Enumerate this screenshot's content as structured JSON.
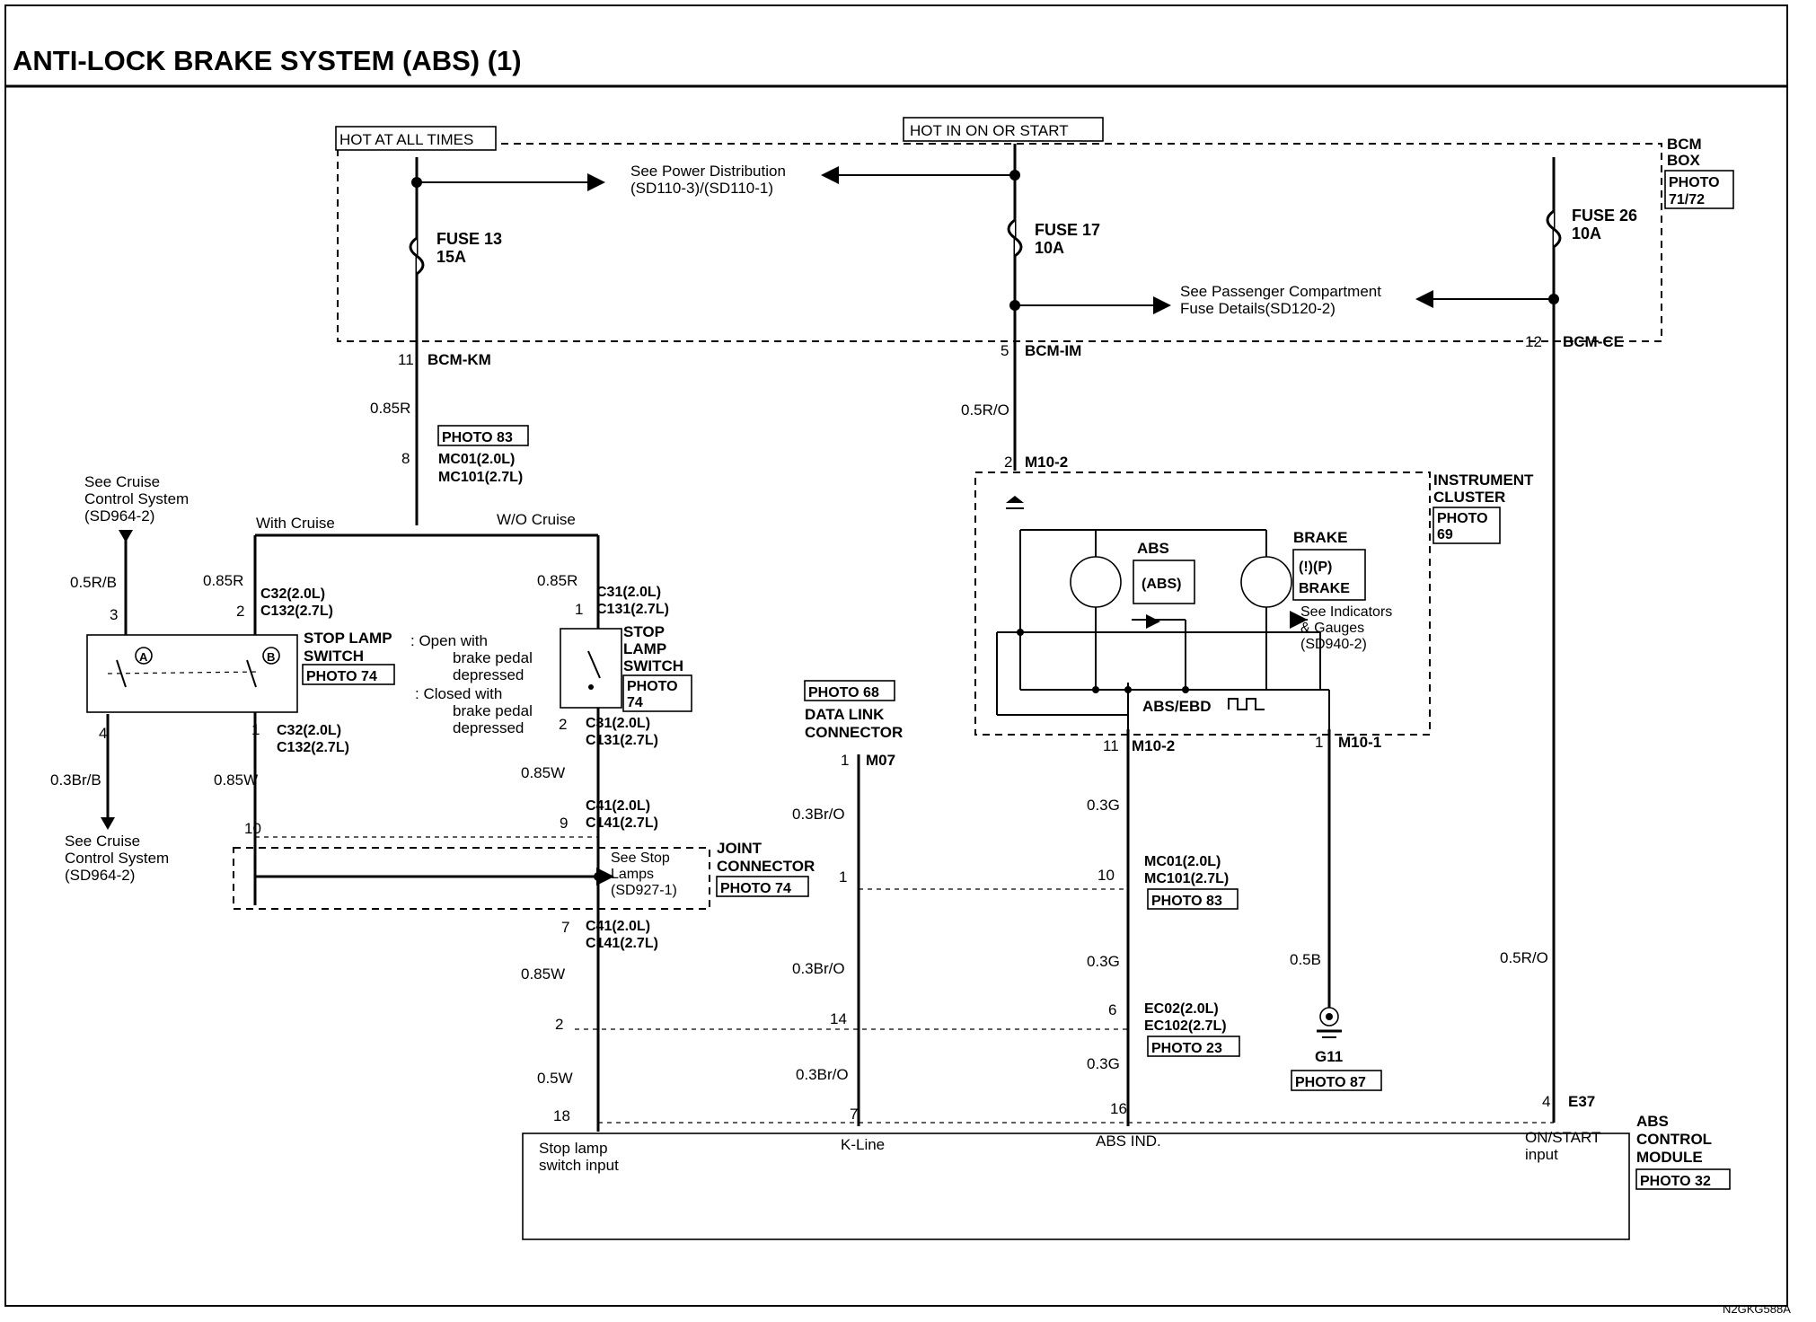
{
  "title": "ANTI-LOCK BRAKE SYSTEM (ABS) (1)",
  "code": "N2GKG588A",
  "power": {
    "hot_all_times": "HOT AT ALL TIMES",
    "hot_on_start": "HOT IN ON OR START",
    "see_power_dist_1": "See Power Distribution",
    "see_power_dist_2": "(SD110-3)/(SD110-1)",
    "see_pass_1": "See Passenger Compartment",
    "see_pass_2": "Fuse Details(SD120-2)"
  },
  "bcm": {
    "line1": "BCM",
    "line2": "BOX",
    "photo1": "PHOTO",
    "photo2": "71/72"
  },
  "fuses": [
    {
      "name": "FUSE 13",
      "rating": "15A"
    },
    {
      "name": "FUSE 17",
      "rating": "10A"
    },
    {
      "name": "FUSE 26",
      "rating": "10A"
    }
  ],
  "bcm_pins": [
    {
      "pin": "11",
      "label": "BCM-KM"
    },
    {
      "pin": "5",
      "label": "BCM-IM"
    },
    {
      "pin": "12",
      "label": "BCM-CE"
    }
  ],
  "wires": {
    "r085_a": "0.85R",
    "r05o": "0.5R/O",
    "rb05": "0.5R/B",
    "r085_b": "0.85R",
    "r085_c": "0.85R",
    "brb03": "0.3Br/B",
    "w085_a": "0.85W",
    "w085_b": "0.85W",
    "w085_c": "0.85W",
    "w05": "0.5W",
    "bro03_a": "0.3Br/O",
    "bro03_b": "0.3Br/O",
    "bro03_c": "0.3Br/O",
    "g03_a": "0.3G",
    "g03_b": "0.3G",
    "g03_c": "0.3G",
    "b05": "0.5B",
    "ro05": "0.5R/O"
  },
  "mc01_top": {
    "photo": "PHOTO 83",
    "pin": "8",
    "l1": "MC01(2.0L)",
    "l2": "MC101(2.7L)"
  },
  "cruise_top": {
    "l1": "See Cruise",
    "l2": "Control System",
    "l3": "(SD964-2)"
  },
  "cruise_bottom": {
    "l1": "See Cruise",
    "l2": "Control System",
    "l3": "(SD964-2)"
  },
  "branches": {
    "with": "With Cruise",
    "without": "W/O Cruise"
  },
  "stop_switch_a": {
    "pin3": "3",
    "pin2": "2",
    "pin4": "4",
    "pin1": "1",
    "conn_top_1": "C32(2.0L)",
    "conn_top_2": "C132(2.7L)",
    "conn_bot_1": "C32(2.0L)",
    "conn_bot_2": "C132(2.7L)",
    "name1": "STOP LAMP",
    "name2": "SWITCH",
    "photo": "PHOTO 74",
    "a": "A",
    "b": "B"
  },
  "legend": {
    "a1": ": Open with",
    "a2": "brake pedal",
    "a3": "depressed",
    "b1": ": Closed with",
    "b2": "brake pedal",
    "b3": "depressed"
  },
  "stop_switch_b": {
    "pin1": "1",
    "pin2": "2",
    "conn_top_1": "C31(2.0L)",
    "conn_top_2": "C131(2.7L)",
    "conn_bot_1": "C31(2.0L)",
    "conn_bot_2": "C131(2.7L)",
    "name1": "STOP",
    "name2": "LAMP",
    "name3": "SWITCH",
    "photo1": "PHOTO",
    "photo2": "74"
  },
  "c41_top": {
    "pin": "9",
    "l1": "C41(2.0L)",
    "l2": "C141(2.7L)"
  },
  "c41_bot": {
    "pin": "7",
    "l1": "C41(2.0L)",
    "l2": "C141(2.7L)"
  },
  "joint": {
    "pin10": "10",
    "l1": "JOINT",
    "l2": "CONNECTOR",
    "photo": "PHOTO 74",
    "see1": "See Stop",
    "see2": "Lamps",
    "see3": "(SD927-1)"
  },
  "dlc": {
    "photo": "PHOTO 68",
    "l1": "DATA LINK",
    "l2": "CONNECTOR",
    "pin": "1",
    "conn": "M07"
  },
  "mc01_mid": {
    "pin": "10",
    "l1": "MC01(2.0L)",
    "l2": "MC101(2.7L)",
    "photo": "PHOTO 83",
    "dlc_pin": "1"
  },
  "ec02": {
    "pin_left": "2",
    "pin_dlc": "14",
    "pin": "6",
    "l1": "EC02(2.0L)",
    "l2": "EC102(2.7L)",
    "photo": "PHOTO 23"
  },
  "cluster": {
    "l1": "INSTRUMENT",
    "l2": "CLUSTER",
    "photo1": "PHOTO",
    "photo2": "69",
    "abs_label": "ABS",
    "abs_icon": "(ABS)",
    "brake_label": "BRAKE",
    "brake_icon": "(!)(P)",
    "brake_icon_text": "BRAKE",
    "see1": "See Indicators",
    "see2": "& Gauges",
    "see3": "(SD940-2)",
    "absebd": "ABS/EBD",
    "pin_in": "2",
    "conn_in": "M10-2",
    "pin_out1": "11",
    "conn_out1": "M10-2",
    "pin_out2": "1",
    "conn_out2": "M10-1"
  },
  "ground": {
    "name": "G11",
    "photo": "PHOTO 87"
  },
  "module": {
    "l1": "ABS",
    "l2": "CONTROL",
    "l3": "MODULE",
    "photo": "PHOTO 32",
    "conn": "E37",
    "pin18": "18",
    "pin7": "7",
    "pin16": "16",
    "pin4": "4",
    "stop1": "Stop lamp",
    "stop2": "switch input",
    "kline": "K-Line",
    "absind": "ABS IND.",
    "on1": "ON/START",
    "on2": "input"
  }
}
